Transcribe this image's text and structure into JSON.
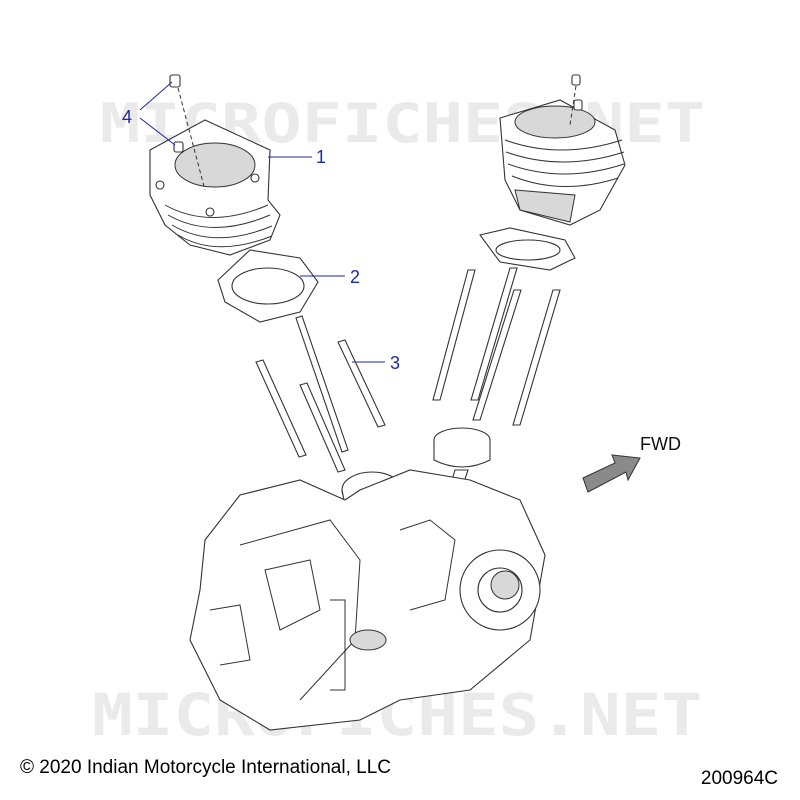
{
  "watermark": {
    "text": "MICROFICHES.NET"
  },
  "callouts": [
    {
      "label": "1",
      "name": "cylinder"
    },
    {
      "label": "2",
      "name": "gasket"
    },
    {
      "label": "3",
      "name": "stud"
    },
    {
      "label": "4",
      "name": "dowel"
    }
  ],
  "direction": {
    "label": "FWD"
  },
  "footer": {
    "copyright": "© 2020 Indian Motorcycle International, LLC",
    "figure_number": "200964C"
  },
  "colors": {
    "callout": "#1f2aa0",
    "line": "#333333",
    "watermark": "#c4c4c4"
  }
}
